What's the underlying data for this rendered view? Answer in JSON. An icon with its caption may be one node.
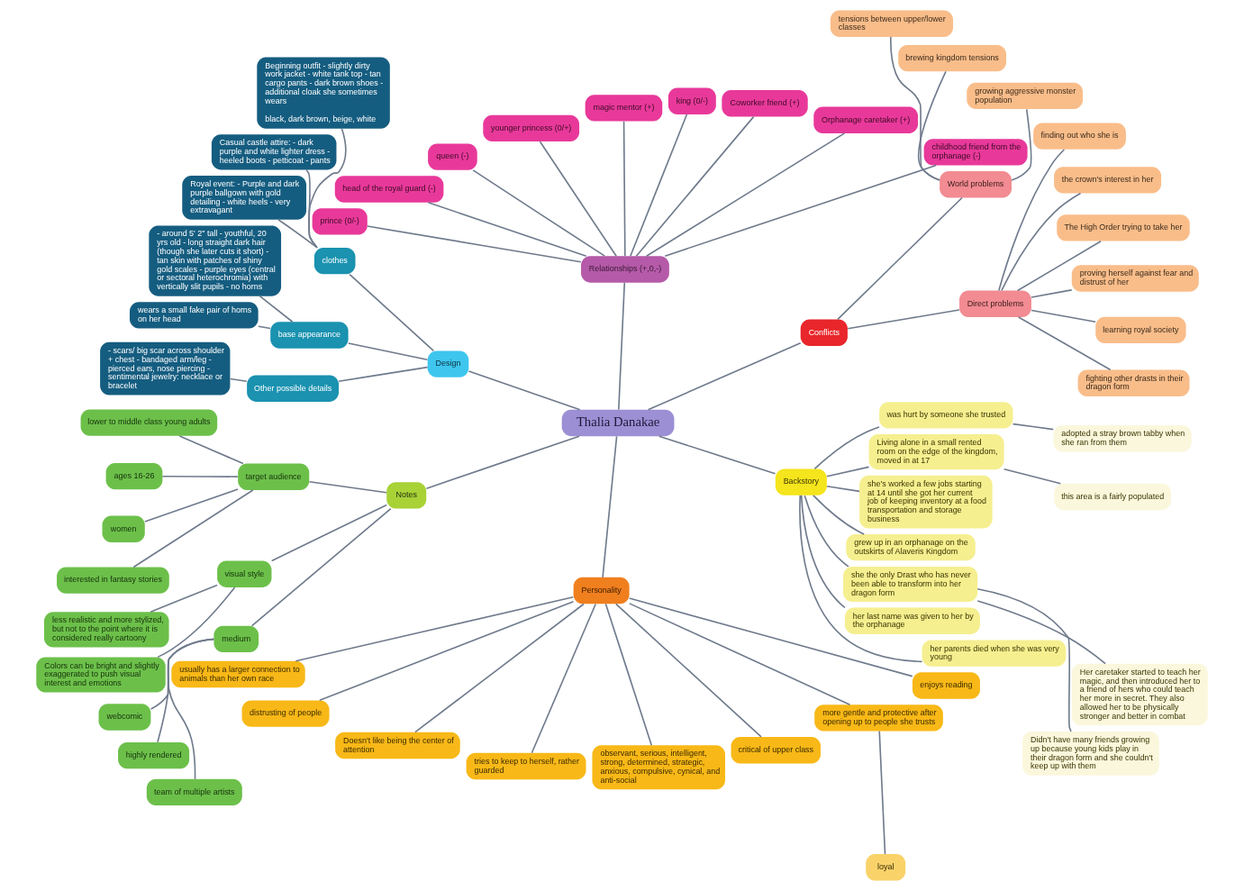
{
  "diagram": {
    "nodes": [
      {
        "text": [
          "Thalia Danakae"
        ]
      },
      {
        "text": [
          "Conflicts"
        ]
      },
      {
        "text": [
          "Direct problems"
        ]
      },
      {
        "text": [
          "fighting other drasts in their dragon form"
        ]
      },
      {
        "text": [
          "learning royal society"
        ]
      },
      {
        "text": [
          "proving herself against fear and distrust of her"
        ]
      },
      {
        "text": [
          "The High Order trying to take her"
        ]
      },
      {
        "text": [
          "the crown's interest in her"
        ]
      },
      {
        "text": [
          "finding out who she is"
        ]
      },
      {
        "text": [
          "World problems"
        ]
      },
      {
        "text": [
          "growing aggressive monster population"
        ]
      },
      {
        "text": [
          "brewing kingdom tensions"
        ]
      },
      {
        "text": [
          "tensions between upper/lower classes"
        ]
      },
      {
        "text": [
          "Relationships (+,0,-)"
        ]
      },
      {
        "text": [
          "childhood friend from the orphanage (-)"
        ]
      },
      {
        "text": [
          "Orphanage caretaker (+)"
        ]
      },
      {
        "text": [
          "Coworker friend (+)"
        ]
      },
      {
        "text": [
          "king (0/-)"
        ]
      },
      {
        "text": [
          "magic mentor (+)"
        ]
      },
      {
        "text": [
          "younger princess (0/+)"
        ]
      },
      {
        "text": [
          "queen (-)"
        ]
      },
      {
        "text": [
          "head of the royal guard (-)"
        ]
      },
      {
        "text": [
          "prince (0/-)"
        ]
      },
      {
        "text": [
          "Design"
        ]
      },
      {
        "text": [
          "clothes"
        ]
      },
      {
        "text": [
          "Beginning outfit - slightly dirty work jacket - white tank top - tan cargo pants - dark brown shoes - additional cloak she sometimes wears",
          "black, dark brown, beige, white"
        ]
      },
      {
        "text": [
          "Casual castle attire: - dark purple and white lighter dress - heeled boots - petticoat - pants"
        ]
      },
      {
        "text": [
          "Royal event: - Purple and dark purple ballgown with gold detailing - white heels - very extravagant"
        ]
      },
      {
        "text": [
          "base appearance"
        ]
      },
      {
        "text": [
          "- around 5' 2\" tall - youthful, 20 yrs old - long straight dark hair (though she later cuts it short) - tan skin with patches of shiny gold scales - purple eyes (central or sectoral heterochromia) with vertically slit pupils - no horns"
        ]
      },
      {
        "text": [
          "wears a small fake pair of horns on her head"
        ]
      },
      {
        "text": [
          "Other possible details"
        ]
      },
      {
        "text": [
          "- scars/ big scar across shoulder + chest - bandaged arm/leg - pierced ears, nose piercing - sentimental jewelry: necklace or bracelet"
        ]
      },
      {
        "text": [
          "Notes"
        ]
      },
      {
        "text": [
          "target audience"
        ]
      },
      {
        "text": [
          "lower to middle class young adults"
        ]
      },
      {
        "text": [
          "ages 16-26"
        ]
      },
      {
        "text": [
          "women"
        ]
      },
      {
        "text": [
          "interested in fantasy stories"
        ]
      },
      {
        "text": [
          "visual style"
        ]
      },
      {
        "text": [
          "less realistic and more stylized, but not to the point where it is considered really cartoony"
        ]
      },
      {
        "text": [
          "Colors can be bright and slightly exaggerated to push visual interest and emotions"
        ]
      },
      {
        "text": [
          "medium"
        ]
      },
      {
        "text": [
          "webcomic"
        ]
      },
      {
        "text": [
          "highly rendered"
        ]
      },
      {
        "text": [
          "team of multiple artists"
        ]
      },
      {
        "text": [
          "Personality"
        ]
      },
      {
        "text": [
          "usually has a larger connection to animals than her own race"
        ]
      },
      {
        "text": [
          "distrusting of people"
        ]
      },
      {
        "text": [
          "Doesn't like being the center of attention"
        ]
      },
      {
        "text": [
          "tries to keep to herself, rather guarded"
        ]
      },
      {
        "text": [
          "observant, serious, intelligent, strong, determined, strategic, anxious, compulsive, cynical, and anti-social"
        ]
      },
      {
        "text": [
          "critical of upper class"
        ]
      },
      {
        "text": [
          "more gentle and protective after opening up to people she trusts"
        ]
      },
      {
        "text": [
          "enjoys reading"
        ]
      },
      {
        "text": [
          "loyal"
        ]
      },
      {
        "text": [
          "Backstory"
        ]
      },
      {
        "text": [
          "her parents died when she was very young"
        ]
      },
      {
        "text": [
          "her last name was given to her by the orphanage"
        ]
      },
      {
        "text": [
          "Didn't have many friends growing up because young kids play in their dragon form and she couldn't keep up with them"
        ]
      },
      {
        "text": [
          "she the only Drast who has never been able to transform into her dragon form"
        ]
      },
      {
        "text": [
          "grew up in an orphanage on the outskirts of Alaveris Kingdom"
        ]
      },
      {
        "text": [
          "Her caretaker started to teach her magic, and then introduced her to a friend of hers who could teach her more in secret. They also allowed her to be physically stronger and better in combat"
        ]
      },
      {
        "text": [
          "she's worked a few jobs starting at 14 until she got her current job of keeping inventory at a food transportation and storage business"
        ]
      },
      {
        "text": [
          "Living alone in a small rented room on the edge of the kingdom, moved in at 17"
        ]
      },
      {
        "text": [
          "was hurt by someone she trusted"
        ]
      },
      {
        "text": [
          "adopted a stray brown tabby when she ran from them"
        ]
      },
      {
        "text": [
          "this area is a fairly populated"
        ]
      }
    ],
    "edges": [
      {
        "from": 0,
        "to": 1,
        "arrow": "none"
      },
      {
        "from": 1,
        "to": 2,
        "arrow": "none"
      },
      {
        "from": 2,
        "to": 3,
        "arrow": "none"
      },
      {
        "from": 2,
        "to": 4,
        "arrow": "none"
      },
      {
        "from": 2,
        "to": 5,
        "arrow": "none"
      },
      {
        "from": 2,
        "to": 6,
        "arrow": "none"
      },
      {
        "from": 2,
        "to": 7,
        "arrow": "none"
      },
      {
        "from": 2,
        "to": 8,
        "arrow": "none"
      },
      {
        "from": 1,
        "to": 9,
        "arrow": "none"
      },
      {
        "from": 9,
        "to": 10,
        "arrow": "none"
      },
      {
        "from": 9,
        "to": 11,
        "arrow": "none"
      },
      {
        "from": 9,
        "to": 12,
        "arrow": "none"
      },
      {
        "from": 0,
        "to": 13,
        "arrow": "none"
      },
      {
        "from": 13,
        "to": 14,
        "arrow": "none"
      },
      {
        "from": 13,
        "to": 15,
        "arrow": "none"
      },
      {
        "from": 13,
        "to": 16,
        "arrow": "none"
      },
      {
        "from": 13,
        "to": 17,
        "arrow": "none"
      },
      {
        "from": 13,
        "to": 18,
        "arrow": "none"
      },
      {
        "from": 13,
        "to": 19,
        "arrow": "none"
      },
      {
        "from": 13,
        "to": 20,
        "arrow": "none"
      },
      {
        "from": 13,
        "to": 21,
        "arrow": "none"
      },
      {
        "from": 13,
        "to": 22,
        "arrow": "none"
      },
      {
        "from": 0,
        "to": 23,
        "arrow": "none"
      },
      {
        "from": 23,
        "to": 24,
        "arrow": "none"
      },
      {
        "from": 24,
        "to": 25,
        "arrow": "none"
      },
      {
        "from": 24,
        "to": 26,
        "arrow": "none"
      },
      {
        "from": 24,
        "to": 27,
        "arrow": "none"
      },
      {
        "from": 23,
        "to": 28,
        "arrow": "none"
      },
      {
        "from": 28,
        "to": 29,
        "arrow": "none"
      },
      {
        "from": 28,
        "to": 30,
        "arrow": "none"
      },
      {
        "from": 23,
        "to": 31,
        "arrow": "none"
      },
      {
        "from": 31,
        "to": 32,
        "arrow": "none"
      },
      {
        "from": 0,
        "to": 33,
        "arrow": "none"
      },
      {
        "from": 33,
        "to": 34,
        "arrow": "none"
      },
      {
        "from": 34,
        "to": 35,
        "arrow": "none"
      },
      {
        "from": 34,
        "to": 36,
        "arrow": "none"
      },
      {
        "from": 34,
        "to": 37,
        "arrow": "none"
      },
      {
        "from": 34,
        "to": 38,
        "arrow": "none"
      },
      {
        "from": 33,
        "to": 39,
        "arrow": "none"
      },
      {
        "from": 39,
        "to": 40,
        "arrow": "none"
      },
      {
        "from": 39,
        "to": 41,
        "arrow": "none"
      },
      {
        "from": 33,
        "to": 42,
        "arrow": "none"
      },
      {
        "from": 42,
        "to": 43,
        "arrow": "none"
      },
      {
        "from": 42,
        "to": 44,
        "arrow": "none"
      },
      {
        "from": 42,
        "to": 45,
        "arrow": "none"
      },
      {
        "from": 0,
        "to": 46,
        "arrow": "none"
      },
      {
        "from": 46,
        "to": 47,
        "arrow": "none"
      },
      {
        "from": 46,
        "to": 48,
        "arrow": "none"
      },
      {
        "from": 46,
        "to": 49,
        "arrow": "none"
      },
      {
        "from": 46,
        "to": 50,
        "arrow": "none"
      },
      {
        "from": 46,
        "to": 51,
        "arrow": "none"
      },
      {
        "from": 46,
        "to": 52,
        "arrow": "none"
      },
      {
        "from": 46,
        "to": 53,
        "arrow": "none"
      },
      {
        "from": 46,
        "to": 54,
        "arrow": "none"
      },
      {
        "from": 53,
        "to": 55,
        "arrow": "none"
      },
      {
        "from": 0,
        "to": 56,
        "arrow": "none"
      },
      {
        "from": 56,
        "to": 57,
        "arrow": "none"
      },
      {
        "from": 56,
        "to": 58,
        "arrow": "none"
      },
      {
        "from": 56,
        "to": 60,
        "arrow": "none"
      },
      {
        "from": 60,
        "to": 59,
        "arrow": "none"
      },
      {
        "from": 56,
        "to": 61,
        "arrow": "none"
      },
      {
        "from": 60,
        "to": 62,
        "arrow": "none"
      },
      {
        "from": 56,
        "to": 63,
        "arrow": "none"
      },
      {
        "from": 56,
        "to": 64,
        "arrow": "none"
      },
      {
        "from": 56,
        "to": 65,
        "arrow": "none"
      },
      {
        "from": 65,
        "to": 66,
        "arrow": "none"
      },
      {
        "from": 64,
        "to": 67,
        "arrow": "none"
      }
    ]
  }
}
